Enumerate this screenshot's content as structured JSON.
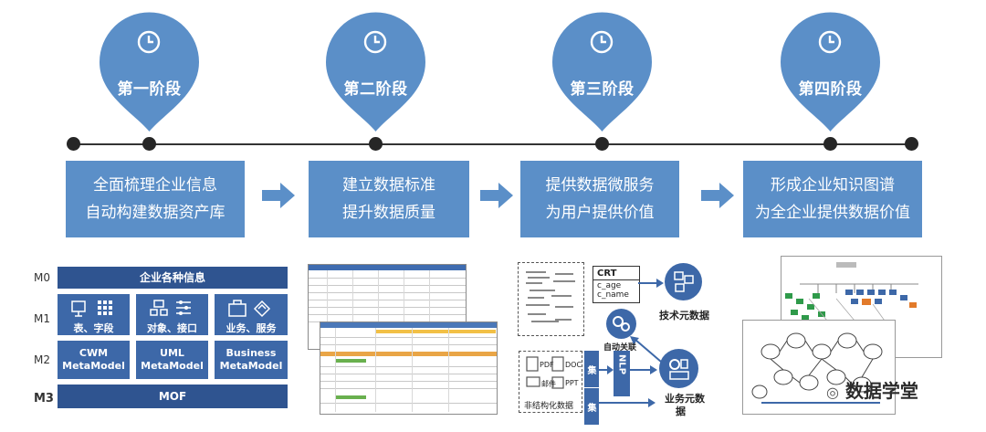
{
  "stages": [
    {
      "label": "第一阶段",
      "line1": "全面梳理企业信息",
      "line2": "自动构建数据资产库"
    },
    {
      "label": "第二阶段",
      "line1": "建立数据标准",
      "line2": "提升数据质量"
    },
    {
      "label": "第三阶段",
      "line1": "提供数据微服务",
      "line2": "为用户提供价值"
    },
    {
      "label": "第四阶段",
      "line1": "形成企业知识图谱",
      "line2": "为全企业提供数据价值"
    }
  ],
  "colors": {
    "pin": "#5b8fc8",
    "box": "#5b8fc8",
    "dark": "#2f5490",
    "cell": "#3d68a8"
  },
  "mof_panel": {
    "levels": [
      "M0",
      "M1",
      "M2",
      "M3"
    ],
    "m0": "企业各种信息",
    "m1": [
      "表、字段",
      "对象、接口",
      "业务、服务"
    ],
    "m2": [
      {
        "line1": "CWM",
        "line2": "MetaModel"
      },
      {
        "line1": "UML",
        "line2": "MetaModel"
      },
      {
        "line1": "Business",
        "line2": "MetaModel"
      }
    ],
    "m3": "MOF"
  },
  "flow": {
    "crt_title": "CRT",
    "crt_fields": [
      "c_age",
      "c_name"
    ],
    "tech_meta": "技术元数据",
    "auto_link": "自动关联",
    "collect_info": "信息采集",
    "nlp": "NLP",
    "collect_api": "接口采集",
    "biz_meta_line1": "业务元数",
    "biz_meta_line2": "据",
    "unstructured": "非结构化数据",
    "doc_labels": [
      "PDF",
      "DOC",
      "邮件",
      "PPT"
    ]
  },
  "watermark": "数据学堂"
}
